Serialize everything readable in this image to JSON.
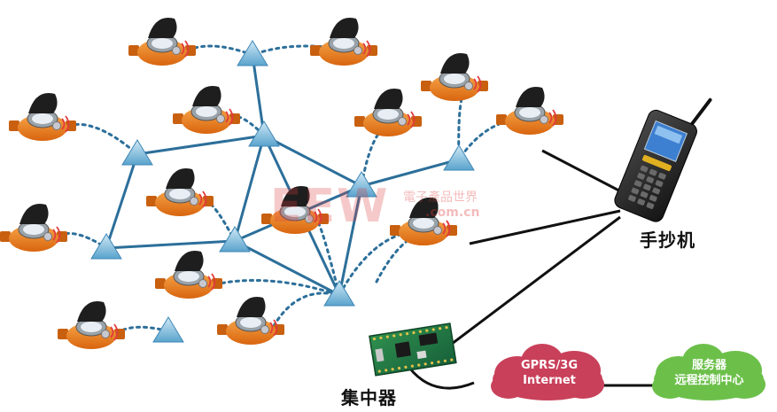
{
  "labels": {
    "handheld": "手抄机",
    "concentrator": "集中器"
  },
  "clouds": {
    "network": {
      "line1": "GPRS/3G",
      "line2": "Internet",
      "color": "#c9405a"
    },
    "server": {
      "line1": "服务器",
      "line2": "远程控制中心",
      "color": "#6cc04a"
    }
  },
  "watermark": {
    "logo": "EEW",
    "tagline": "電子產品世界",
    "url": ".com.cn"
  },
  "colors": {
    "mesh_link": "#2c6f9a",
    "meter_body": "#e8801e",
    "meter_lid": "#1e1e1e",
    "router_node": "#8ec3df",
    "signal_wave": "#e23b3b"
  }
}
